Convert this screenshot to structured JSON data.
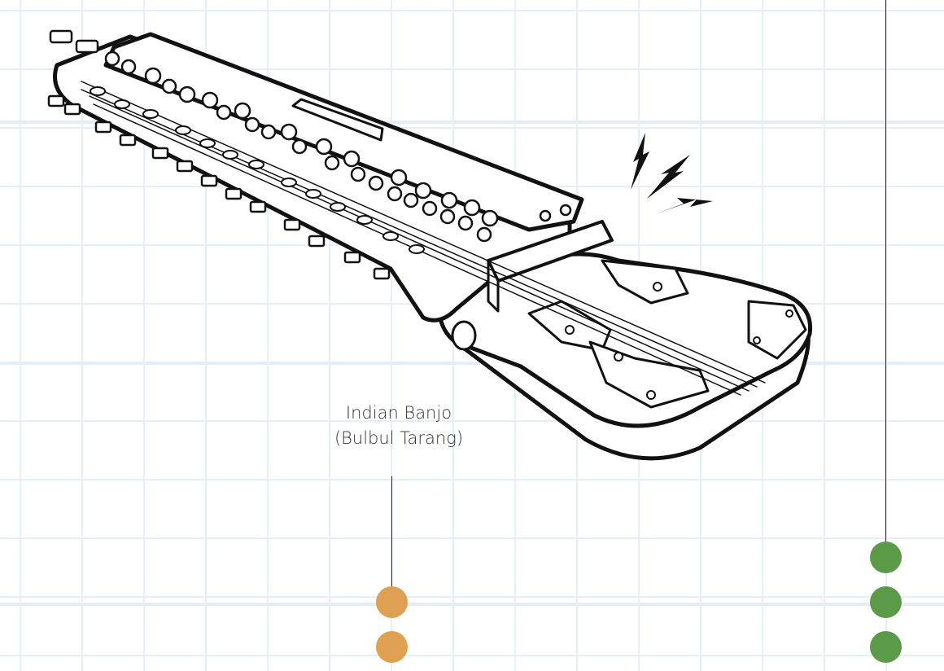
{
  "caption": {
    "line1": "Indian Banjo",
    "line2": "(Bulbul Tarang)"
  },
  "illustration": {
    "subject": "bulbul-tarang",
    "has_sound_marks": true
  },
  "markers": {
    "left_dots": {
      "count": 2,
      "color": "#e0a052"
    },
    "right_dots": {
      "count": 3,
      "color": "#5a9a48"
    }
  }
}
